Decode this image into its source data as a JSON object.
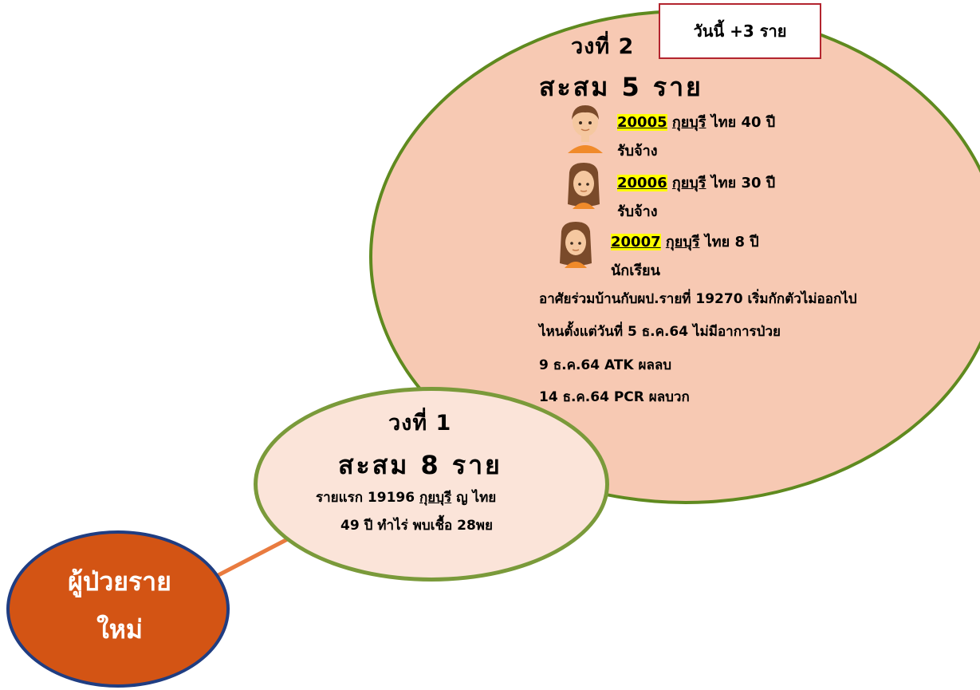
{
  "colors": {
    "ring2_fill": "#f7c9b3",
    "ring2_border": "#5f8a1f",
    "ring1_fill": "#fbe4d9",
    "ring1_border": "#7a9a3a",
    "new_patient_fill": "#d35414",
    "new_patient_border": "#1f3d82",
    "connector": "#e97b3f",
    "id_highlight": "#ffff00",
    "today_box_border": "#b3242e"
  },
  "ring2": {
    "title": "วงที่ 2",
    "total": "สะสม 5 ราย",
    "today": "วันนี้ +3 ราย",
    "people": [
      {
        "id": "20005",
        "province": "กุยบุรี",
        "details": "ไทย 40 ปี",
        "occupation": "รับจ้าง",
        "icon": "male-avatar-icon"
      },
      {
        "id": "20006",
        "province": "กุยบุรี",
        "details": "ไทย 30 ปี",
        "occupation": "รับจ้าง",
        "icon": "female-avatar-icon"
      },
      {
        "id": "20007",
        "province": "กุยบุรี",
        "details": "ไทย 8 ปี",
        "occupation": "นักเรียน",
        "icon": "female-avatar-icon"
      }
    ],
    "notes": [
      "อาศัยร่วมบ้านกับผป.รายที่ 19270 เริ่มกักตัวไม่ออกไป",
      "ไหนตั้งแต่วันที่ 5 ธ.ค.64 ไม่มีอาการป่วย",
      "9 ธ.ค.64 ATK ผลลบ",
      "14 ธ.ค.64 PCR ผลบวก"
    ]
  },
  "ring1": {
    "title": "วงที่ 1",
    "total": "สะสม 8 ราย",
    "first_case_prefix": "รายแรก 19196",
    "first_case_province": "กุยบุรี",
    "first_case_suffix": "ญ ไทย",
    "first_case_line2": "49 ปี ทำไร่ พบเชื้อ 28พย"
  },
  "new_patient": {
    "line1": "ผู้ป่วยราย",
    "line2": "ใหม่"
  }
}
